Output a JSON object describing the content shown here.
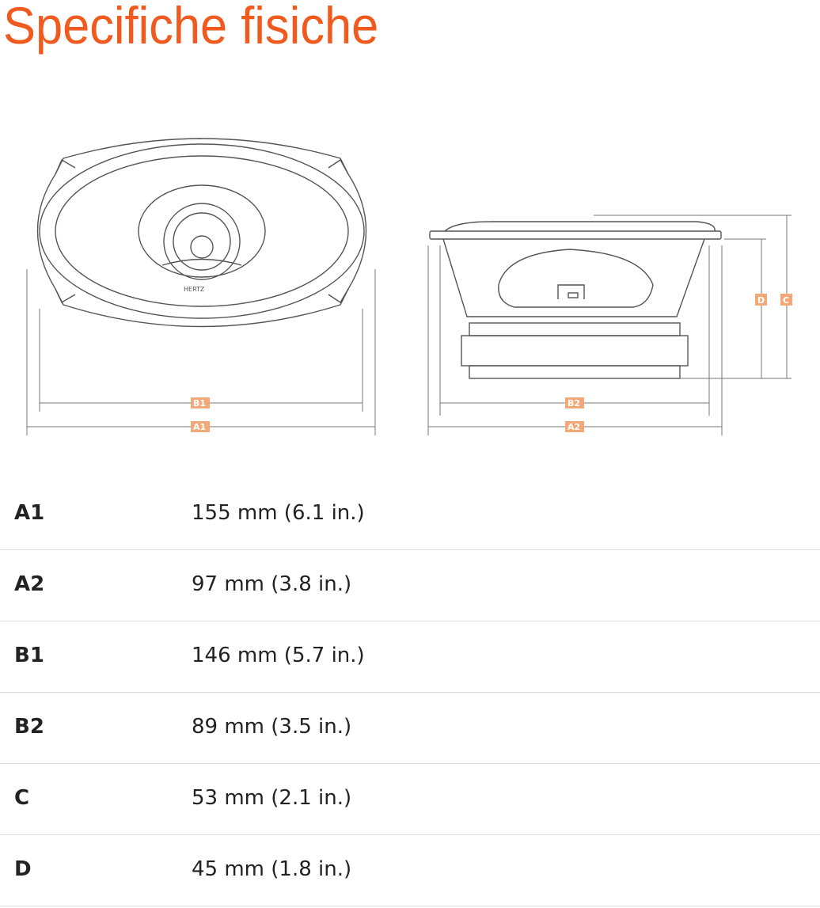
{
  "title": "Specifiche fisiche",
  "diagram": {
    "brand": "HERTZ",
    "labels": {
      "a1": "A1",
      "b1": "B1",
      "a2": "A2",
      "b2": "B2",
      "c": "C",
      "d": "D"
    },
    "tag_color": "#f3a878"
  },
  "specs": [
    {
      "key": "A1",
      "value": "155 mm (6.1 in.)"
    },
    {
      "key": "A2",
      "value": "97 mm (3.8 in.)"
    },
    {
      "key": "B1",
      "value": "146 mm (5.7 in.)"
    },
    {
      "key": "B2",
      "value": "89 mm (3.5 in.)"
    },
    {
      "key": "C",
      "value": "53 mm (2.1 in.)"
    },
    {
      "key": "D",
      "value": "45 mm (1.8 in.)"
    }
  ],
  "colors": {
    "title": "#f05a1e"
  }
}
